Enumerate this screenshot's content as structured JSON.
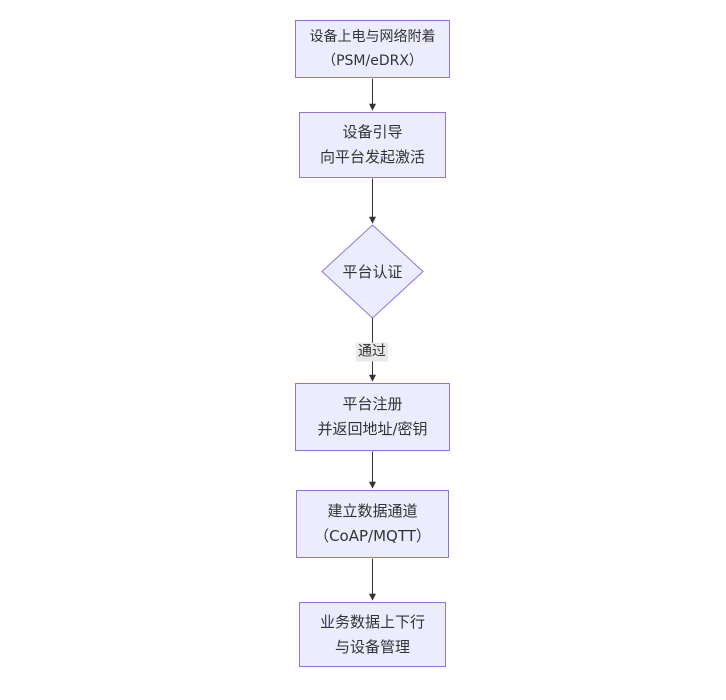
{
  "diagram": {
    "type": "flowchart",
    "direction": "top-down",
    "colors": {
      "background": "#ffffff",
      "node_fill": "#ECECFF",
      "node_border": "#9370DB",
      "text": "#333333",
      "edge": "#333333",
      "edge_label_bg": "#e8e8e8"
    },
    "nodes": [
      {
        "id": "power-attach",
        "shape": "rect",
        "text": "设备上电与网络附着\n（PSM/eDRX）"
      },
      {
        "id": "bootstrap",
        "shape": "rect",
        "text": "设备引导\n向平台发起激活"
      },
      {
        "id": "platform-auth",
        "shape": "diamond",
        "text": "平台认证"
      },
      {
        "id": "platform-register",
        "shape": "rect",
        "text": "平台注册\n并返回地址/密钥"
      },
      {
        "id": "data-channel",
        "shape": "rect",
        "text": "建立数据通道\n（CoAP/MQTT）"
      },
      {
        "id": "business-data",
        "shape": "rect",
        "text": "业务数据上下行\n与设备管理"
      }
    ],
    "edges": [
      {
        "from": "power-attach",
        "to": "bootstrap",
        "label": ""
      },
      {
        "from": "bootstrap",
        "to": "platform-auth",
        "label": ""
      },
      {
        "from": "platform-auth",
        "to": "platform-register",
        "label": "通过"
      },
      {
        "from": "platform-register",
        "to": "data-channel",
        "label": ""
      },
      {
        "from": "data-channel",
        "to": "business-data",
        "label": ""
      }
    ]
  }
}
